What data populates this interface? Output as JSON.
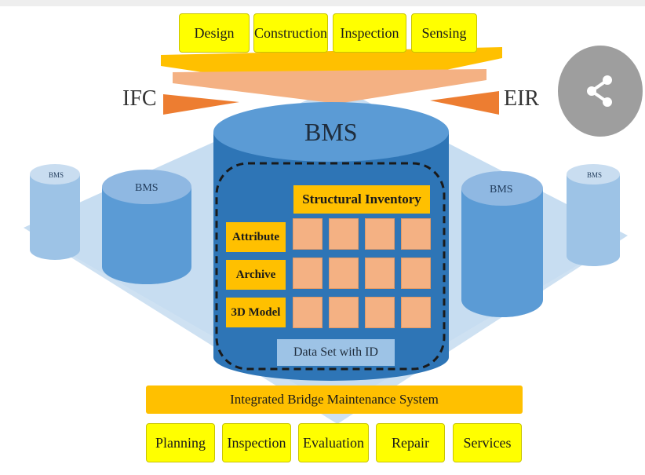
{
  "inputs": [
    "Design",
    "Construction",
    "Inspection",
    "Sensing"
  ],
  "formats": {
    "left": "IFC",
    "right": "EIR"
  },
  "central": {
    "title": "BMS",
    "structural_inventory": "Structural Inventory",
    "rows": [
      "Attribute",
      "Archive",
      "3D Model"
    ],
    "dataset": "Data Set with ID"
  },
  "side_databases": {
    "small_label": "BMS",
    "medium_label": "BMS"
  },
  "system_bar": "Integrated Bridge Maintenance System",
  "outputs": [
    "Planning",
    "Inspection",
    "Evaluation",
    "Repair",
    "Services"
  ],
  "icons": {
    "share": "share-icon"
  },
  "colors": {
    "yellow": "#ffff00",
    "orange": "#ffc000",
    "cylinder_blue": "#2e75b6",
    "light_blue": "#9dc3e6",
    "cell_peach": "#f4b183",
    "arrow_orange": "#ed7d31"
  }
}
